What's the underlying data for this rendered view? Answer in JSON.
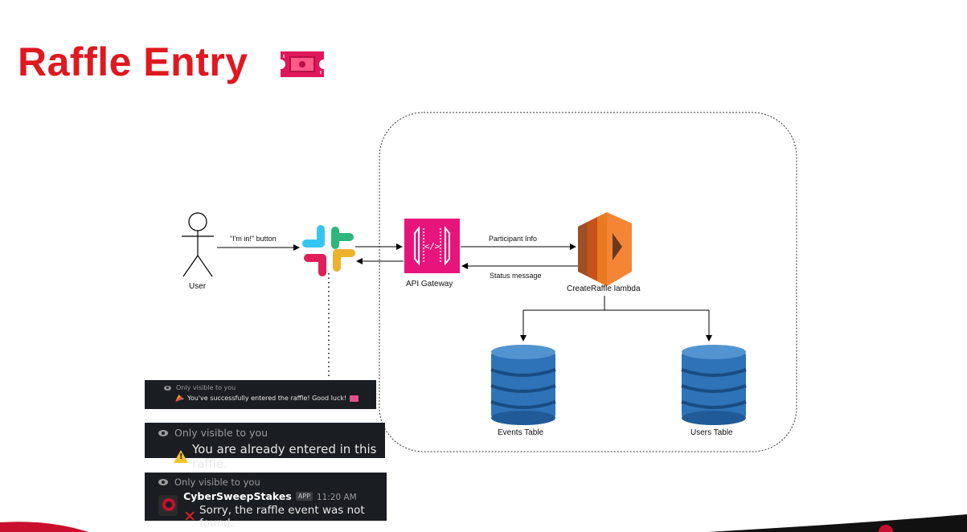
{
  "slide": {
    "title": "Raffle Entry"
  },
  "diagram": {
    "user_label": "User",
    "button_label": "\"I'm in!\" button",
    "api_gateway_label": "API Gateway",
    "participant_info_label": "Participant Info",
    "status_message_label": "Status message",
    "lambda_label": "CreateRaffle lambda",
    "events_table_label": "Events Table",
    "users_table_label": "Users Table"
  },
  "messages": {
    "visibility": "Only visible to you",
    "success": "You've successfully entered the raffle! Good luck!",
    "already_entered": "You are already entered in this raffle.",
    "bot_name": "CyberSweepStakes",
    "app_badge": "APP",
    "timestamp": "11:20 AM",
    "not_found": "Sorry, the raffle event was not found."
  },
  "colors": {
    "title": "#e0181f",
    "api_gateway": "#e7157b",
    "lambda": "#e97a1e",
    "dynamodb": "#2e73b8",
    "slack_panel": "#1a1d21"
  },
  "icons": {
    "title_icon": "ticket-icon",
    "user_icon": "person-icon",
    "slack_icon": "slack-logo-icon",
    "gateway_icon": "api-gateway-icon",
    "lambda_icon": "lambda-icon",
    "table_icon": "dynamodb-icon"
  }
}
